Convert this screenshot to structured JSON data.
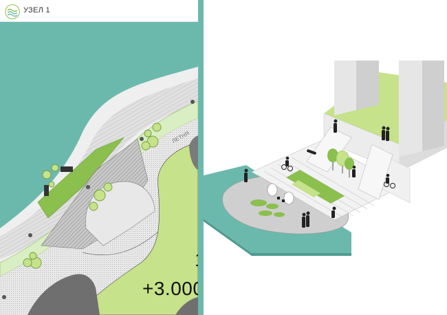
{
  "header": {
    "title": "УЗЕЛ 1",
    "logo_icon": "waves-logo-icon"
  },
  "plan": {
    "path_label": "ЛЕТНЯ",
    "elevation_marks": [
      "1",
      "+3.000"
    ]
  },
  "colors": {
    "water": "#6bb9ad",
    "lawn": "#c6e28a",
    "dark_lawn": "#8bbf4e",
    "hardscape": "#dcdcdc",
    "road": "#7a7a7a",
    "building": "#e6e6e6"
  }
}
